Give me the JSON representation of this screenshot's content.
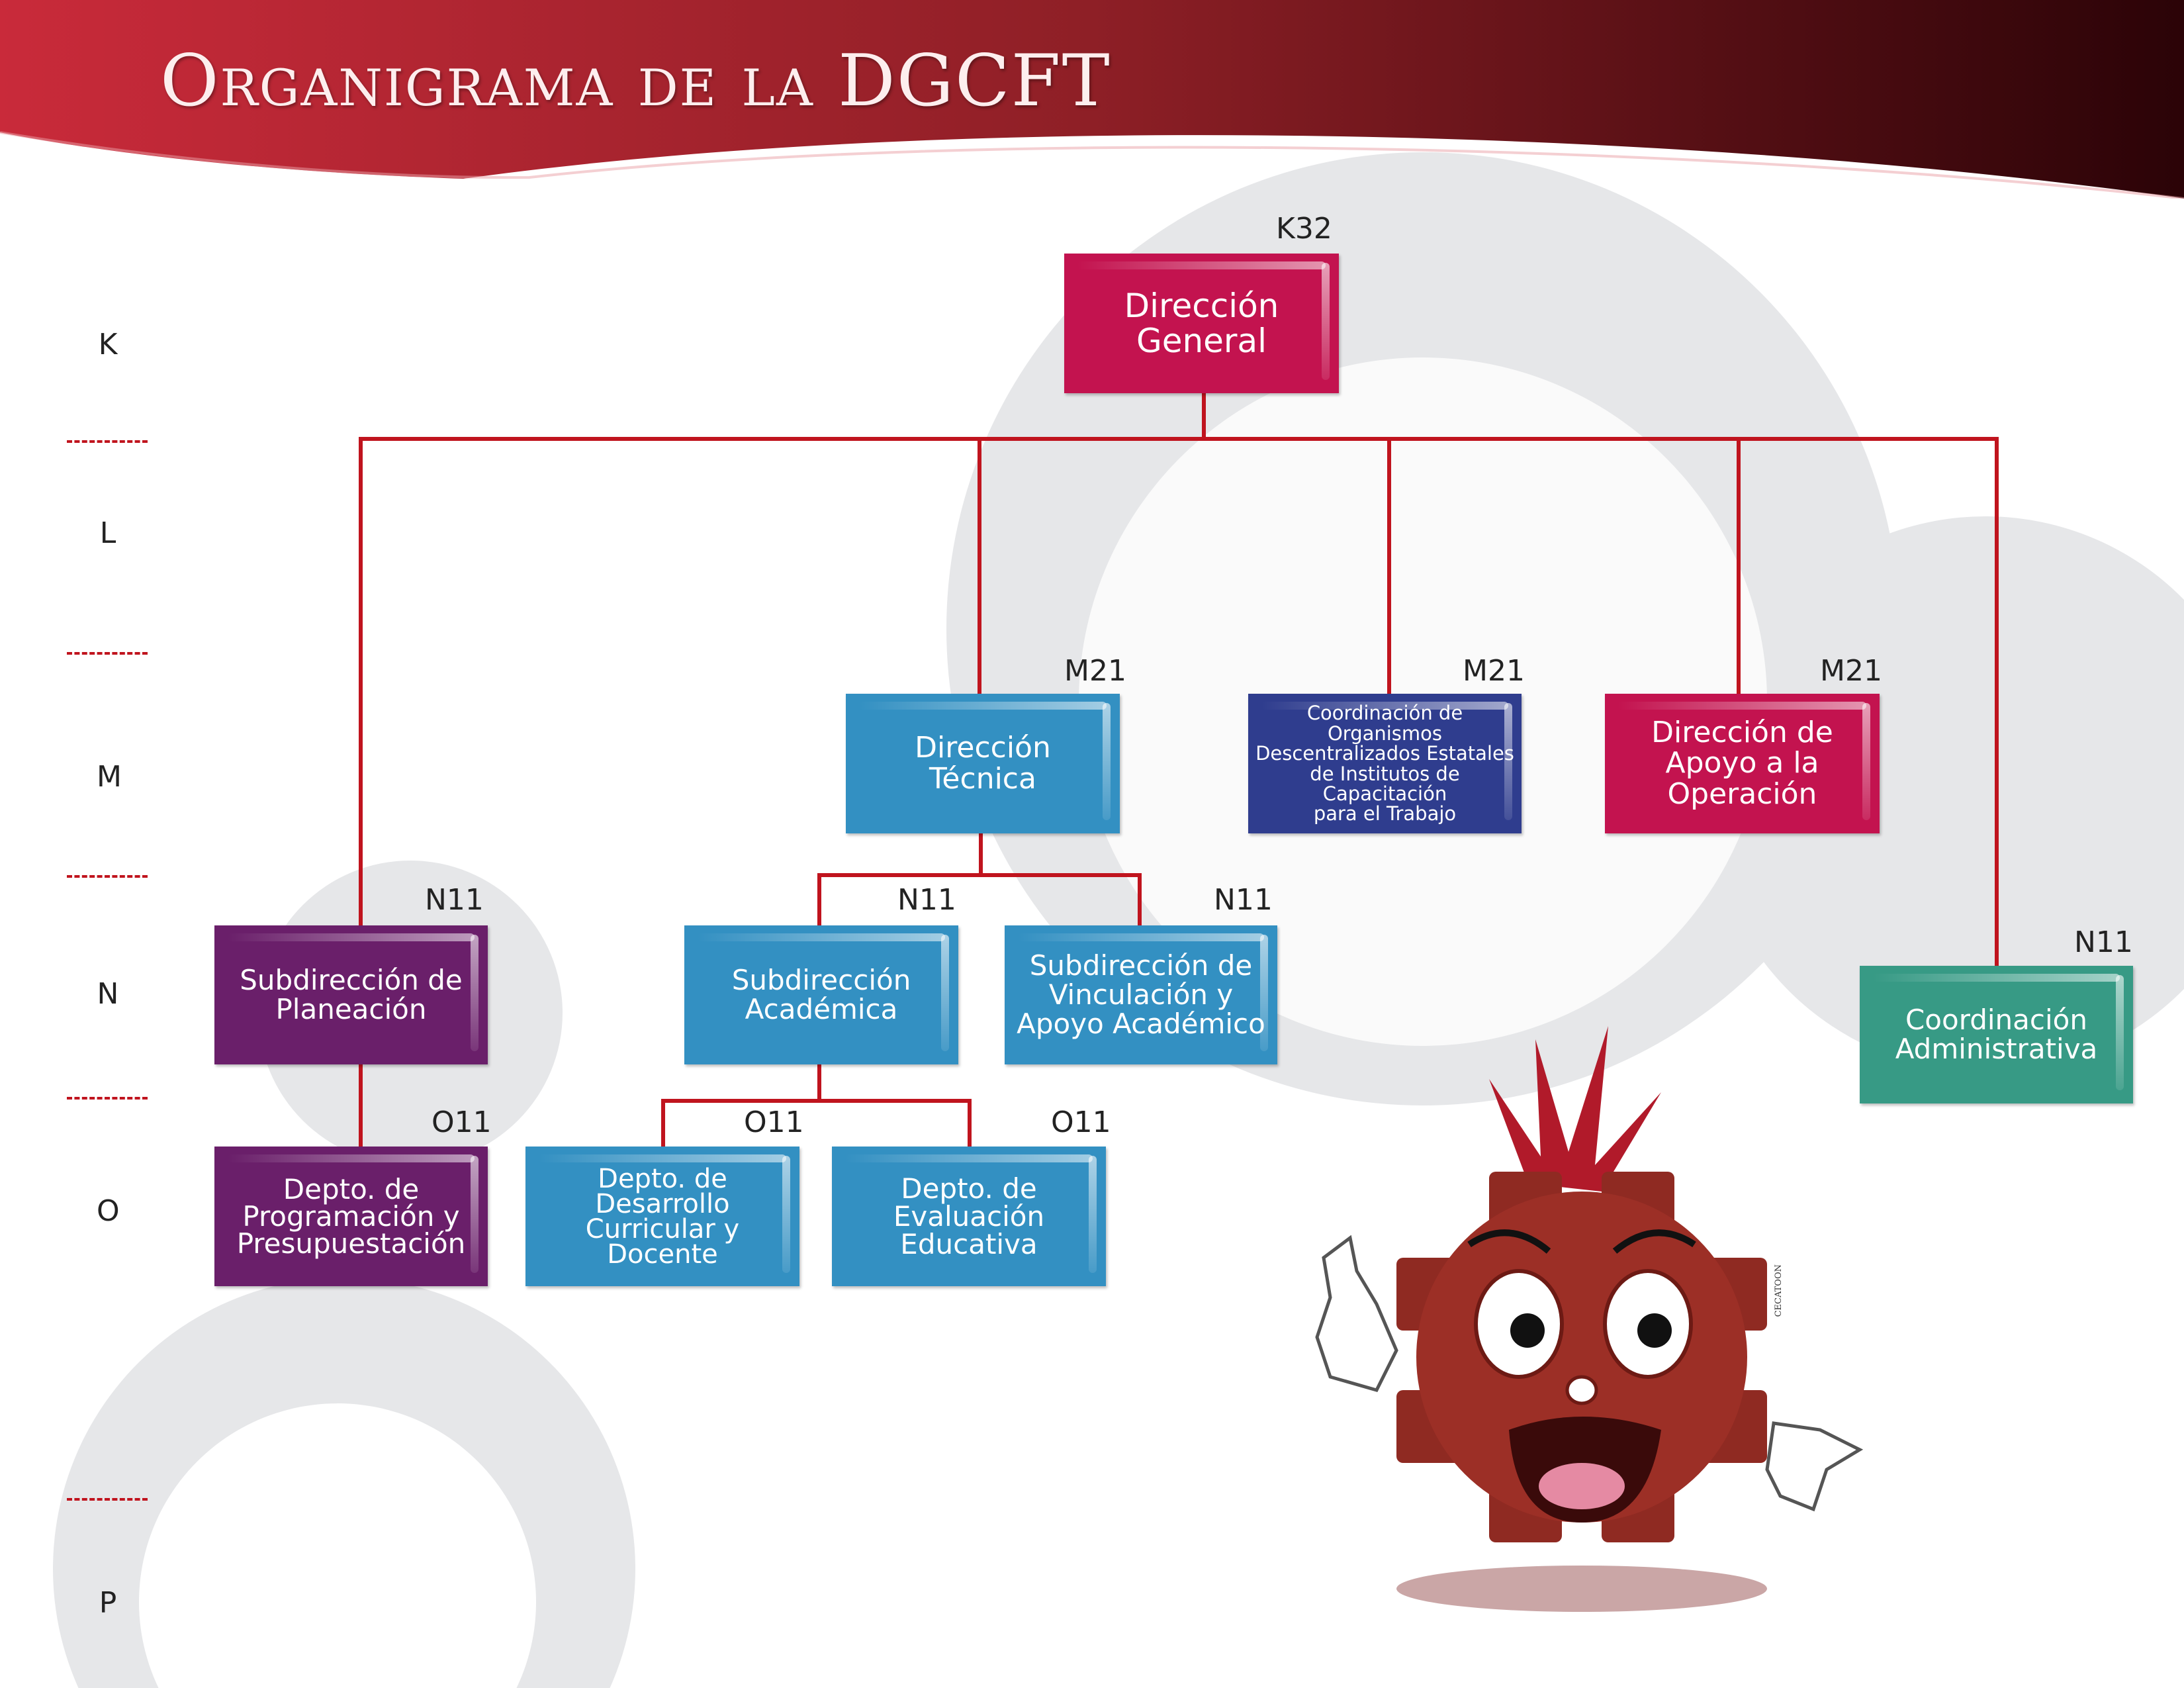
{
  "title": "Organigrama de la DGCFT",
  "levels": [
    "K",
    "L",
    "M",
    "N",
    "O",
    "P"
  ],
  "boxes": {
    "dg": {
      "code": "K32",
      "label": "Dirección\nGeneral"
    },
    "dt": {
      "code": "M21",
      "label": "Dirección\nTécnica"
    },
    "coord_org": {
      "code": "M21",
      "label": "Coordinación de Organismos\nDescentralizados Estatales\nde Institutos de Capacitación\npara el Trabajo"
    },
    "dao": {
      "code": "M21",
      "label": "Dirección de\nApoyo a la\nOperación"
    },
    "planeacion": {
      "code": "N11",
      "label": "Subdirección de\nPlaneación"
    },
    "academica": {
      "code": "N11",
      "label": "Subdirección\nAcadémica"
    },
    "vinculacion": {
      "code": "N11",
      "label": "Subdirección de\nVinculación y\nApoyo Académico"
    },
    "coord_adm": {
      "code": "N11",
      "label": "Coordinación\nAdministrativa"
    },
    "programacion": {
      "code": "O11",
      "label": "Depto. de\nProgramación y\nPresupuestación"
    },
    "desarrollo": {
      "code": "O11",
      "label": "Depto. de\nDesarrollo\nCurricular y\nDocente"
    },
    "evaluacion": {
      "code": "O11",
      "label": "Depto. de\nEvaluación\nEducativa"
    }
  },
  "mascot_signature": "CECATOON",
  "colors": {
    "line": "#c0141e",
    "crimson": "#c3134f",
    "blue": "#3390c2",
    "navy": "#2f3d8e",
    "purple": "#6a1f6a",
    "teal": "#379a85"
  }
}
